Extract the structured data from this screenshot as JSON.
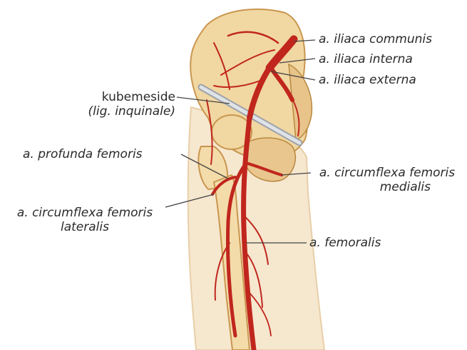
{
  "colors": {
    "bone": "#f1d7a2",
    "bone_shadow": "#dcae6a",
    "thigh": "#f6e7cf",
    "artery": "#c0261d",
    "artery_dark": "#8e1712",
    "ligament": "#c8ccd2",
    "leader": "#444444"
  },
  "labels": {
    "iliaca_communis": "a. iliaca communis",
    "iliaca_interna": "a. iliaca interna",
    "iliaca_externa": "a. iliaca externa",
    "kubemeside_line1": "kubemeside",
    "kubemeside_line2": "(lig. inquinale)",
    "profunda": "a. profunda femoris",
    "circ_medialis_line1": "a. circumflexa femoris",
    "circ_medialis_line2": "medialis",
    "circ_lateralis_line1": "a. circumflexa femoris",
    "circ_lateralis_line2": "lateralis",
    "femoralis": "a. femoralis"
  }
}
